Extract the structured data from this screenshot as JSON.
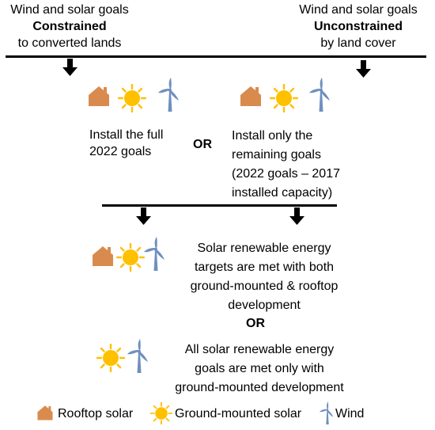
{
  "top": {
    "left_line1": "Wind and solar goals",
    "left_line2": "Constrained",
    "left_line3": "to converted lands",
    "right_line1": "Wind and solar goals",
    "right_line2": "Unconstrained",
    "right_line3": "by land cover"
  },
  "options": {
    "left_line1": "Install the full",
    "left_line2": "2022 goals",
    "or": "OR",
    "right_line1": "Install only the",
    "right_line2": "remaining goals",
    "right_line3": "(2022 goals – 2017",
    "right_line4": "installed capacity)"
  },
  "scenarios": {
    "a_line1": "Solar renewable energy",
    "a_line2": "targets are met with both",
    "a_line3": "ground-mounted & rooftop",
    "a_line4": "development",
    "or": "OR",
    "b_line1": "All solar renewable energy",
    "b_line2": "goals are met only with",
    "b_line3": "ground-mounted development"
  },
  "legend": {
    "rooftop": "Rooftop solar",
    "ground": "Ground-mounted solar",
    "wind": "Wind"
  },
  "colors": {
    "house": "#d98b4e",
    "sun_body": "#ffc000",
    "sun_rays": "#ffc000",
    "turbine": "#6f8fbf",
    "line": "#000000"
  },
  "icons": {
    "house": "house-icon",
    "sun": "sun-icon",
    "turbine": "wind-turbine-icon"
  }
}
